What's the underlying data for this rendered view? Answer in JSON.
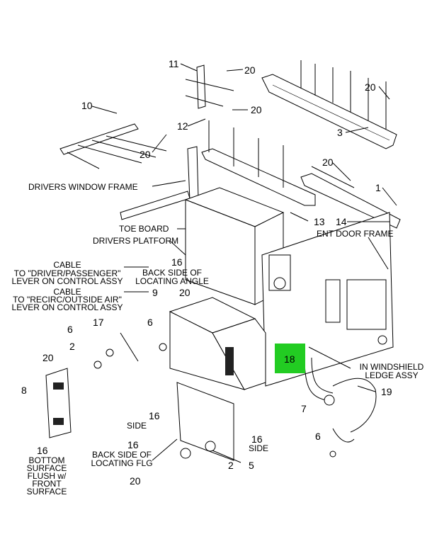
{
  "callouts": {
    "c11": "11",
    "c20a": "20",
    "c20b": "20",
    "c10": "10",
    "c20c": "20",
    "c12": "12",
    "c3": "3",
    "c20d": "20",
    "c20e": "20",
    "c1": "1",
    "c13": "13",
    "c14": "14",
    "c16a": "16",
    "c9": "9",
    "c20f": "20",
    "c17": "17",
    "c6a": "6",
    "c6b": "6",
    "c2a": "2",
    "c20g": "20",
    "c8": "8",
    "c18": "18",
    "c7": "7",
    "c19": "19",
    "c16b": "16",
    "c16c": "16",
    "c16d": "16",
    "c16e": "16",
    "c2b": "2",
    "c5": "5",
    "c6c": "6",
    "c20h": "20"
  },
  "labels": {
    "drivers_window_frame": "DRIVERS WINDOW FRAME",
    "toe_board": "TOE BOARD",
    "drivers_platform": "DRIVERS PLATFORM",
    "ent_door_frame": "ENT DOOR FRAME",
    "back_side_angle_1": "BACK SIDE OF",
    "back_side_angle_2": "LOCATING ANGLE",
    "cable1_1": "CABLE",
    "cable1_2": "TO \"DRIVER/PASSENGER\"",
    "cable1_3": "LEVER ON CONTROL ASSY",
    "cable2_1": "CABLE",
    "cable2_2": "TO \"RECIRC/OUTSIDE AIR\"",
    "cable2_3": "LEVER ON CONTROL ASSY",
    "windshield_1": "IN WINDSHIELD",
    "windshield_2": "LEDGE ASSY",
    "side_a": "SIDE",
    "side_b": "SIDE",
    "back_side_flg_1": "BACK SIDE OF",
    "back_side_flg_2": "LOCATING FLG",
    "bottom_1": "BOTTOM",
    "bottom_2": "SURFACE",
    "bottom_3": "FLUSH w/",
    "bottom_4": "FRONT",
    "bottom_5": "SURFACE"
  },
  "highlight_color": "#22cc22"
}
